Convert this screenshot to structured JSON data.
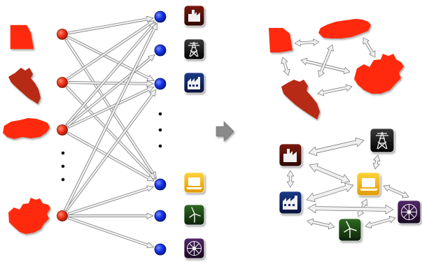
{
  "colors": {
    "country_fill": "#ff2a0a",
    "country_dark": "#b72a12",
    "country_node": "#e8341c",
    "sector_node": "#1533e6",
    "arrow_fill": "#f0f0f0",
    "arrow_stroke": "#6f6f6f",
    "transition_arrow": "#8a8a8a"
  },
  "left_panel": {
    "countries": [
      {
        "name": "egypt-map"
      },
      {
        "name": "peru-map"
      },
      {
        "name": "turkey-map"
      },
      {
        "name": "china-map"
      }
    ],
    "sectors": [
      {
        "icon": "factory-dark-icon",
        "color": "#4a0b06"
      },
      {
        "icon": "power-tower-icon",
        "color": "#0b0b0b"
      },
      {
        "icon": "factory-blue-icon",
        "color": "#0c1f58"
      },
      {
        "icon": "laptop-icon",
        "color": "#f1b400"
      },
      {
        "icon": "wind-turbine-icon",
        "color": "#173a12"
      },
      {
        "icon": "wheel-icon",
        "color": "#2b1236"
      }
    ],
    "ellipsis_glyph": "⋮"
  },
  "right_panel": {
    "country_network": [
      "egypt-map",
      "turkey-map",
      "peru-map",
      "china-map"
    ],
    "sector_network": [
      "factory-dark-icon",
      "power-tower-icon",
      "laptop-icon",
      "factory-blue-icon",
      "wind-turbine-icon",
      "wheel-icon"
    ]
  }
}
